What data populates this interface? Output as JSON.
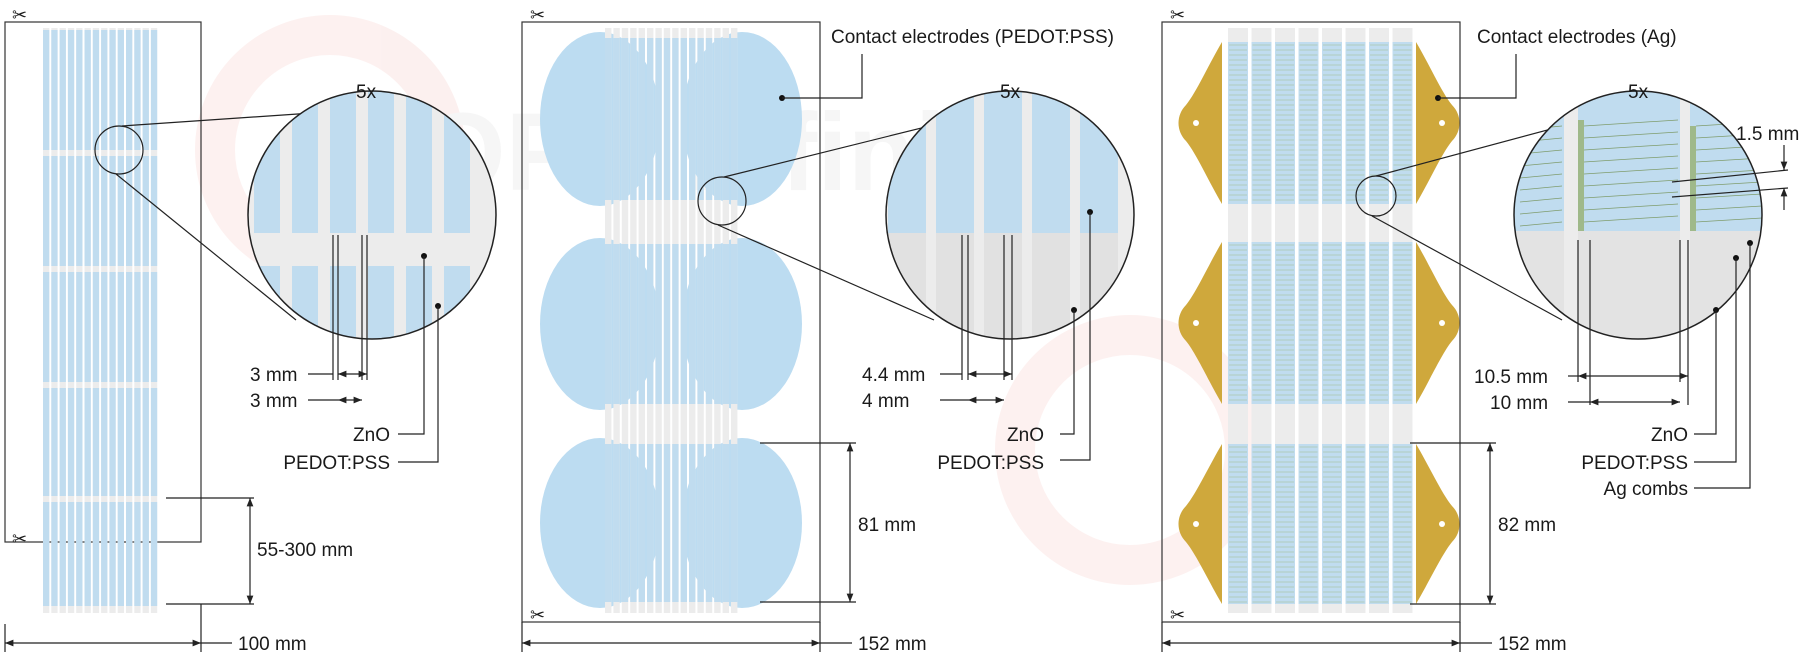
{
  "panels": [
    {
      "id": "a",
      "width_label": "100 mm",
      "magnification": "5x",
      "gap_labels": [
        "3 mm",
        "3 mm"
      ],
      "callouts": [
        "ZnO",
        "PEDOT:PSS"
      ],
      "length_label": "55-300 mm"
    },
    {
      "id": "b",
      "width_label": "152 mm",
      "magnification": "5x",
      "title": "Contact electrodes (PEDOT:PSS)",
      "gap_labels": [
        "4.4 mm",
        "4 mm"
      ],
      "callouts": [
        "ZnO",
        "PEDOT:PSS"
      ],
      "length_label": "81 mm"
    },
    {
      "id": "c",
      "width_label": "152 mm",
      "magnification": "5x",
      "title": "Contact electrodes (Ag)",
      "gap_labels": [
        "10.5 mm",
        "10 mm"
      ],
      "comb_label": "1.5 mm",
      "callouts": [
        "ZnO",
        "PEDOT:PSS",
        "Ag combs"
      ],
      "length_label": "82 mm"
    }
  ],
  "watermark": "OPV infinity",
  "colors": {
    "stripe_blue": "#c0dcef",
    "stripe_grey": "#ececec",
    "contact_blue": "#bcdcf1",
    "silver_gold": "#cfa83c",
    "comb_green": "#9fb98a"
  },
  "icons": [
    "scissors-icon"
  ]
}
